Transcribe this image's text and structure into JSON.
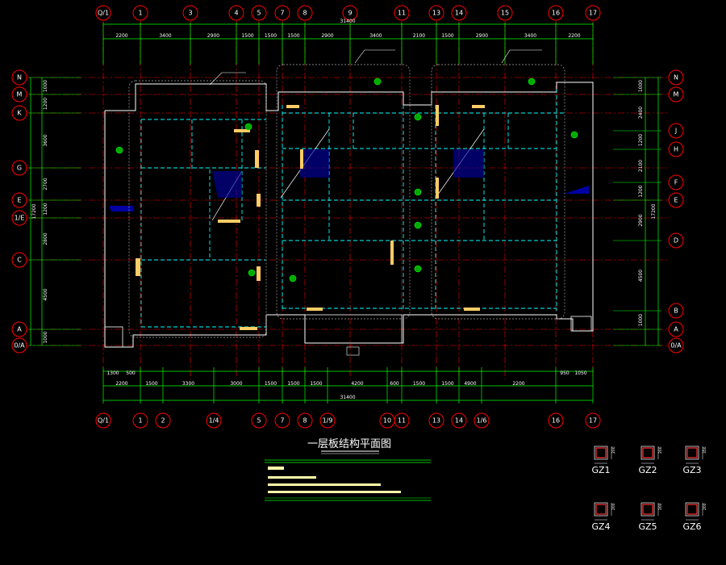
{
  "drawing": {
    "title": "一层板结构平面图",
    "top_axes": [
      "Q/1",
      "1",
      "3",
      "4",
      "5",
      "7",
      "8",
      "9",
      "11",
      "13",
      "14",
      "15",
      "16",
      "17"
    ],
    "bottom_axes": [
      "Q/1",
      "1",
      "2",
      "1/4",
      "5",
      "7",
      "8",
      "1/9",
      "10",
      "11",
      "13",
      "14",
      "1/6",
      "16",
      "17"
    ],
    "left_axes": [
      "N",
      "M",
      "K",
      "G",
      "E",
      "1/E",
      "C",
      "A",
      "0/A"
    ],
    "right_axes": [
      "N",
      "M",
      "J",
      "H",
      "F",
      "E",
      "D",
      "B",
      "A",
      "0/A"
    ],
    "top_dims_inner": [
      "2200",
      "3400",
      "2900",
      "1500",
      "1500",
      "1500",
      "2900",
      "3400",
      "2100",
      "1500",
      "2900",
      "3400",
      "2200"
    ],
    "top_dim_total": "31400",
    "bottom_dims_inner": [
      "2200",
      "1500",
      "3300",
      "3000",
      "1500",
      "1500",
      "1500",
      "4200",
      "600",
      "1500",
      "1500",
      "4900",
      "2200"
    ],
    "bottom_dims_extra": [
      "1300",
      "500",
      "950",
      "1050"
    ],
    "bottom_dim_total": "31400",
    "left_dims": [
      "1000",
      "1200",
      "3600",
      "2700",
      "1200",
      "2800",
      "4500",
      "1000"
    ],
    "left_total": "17200",
    "right_dims": [
      "1000",
      "2400",
      "1200",
      "2100",
      "1200",
      "2900",
      "4500",
      "1000"
    ],
    "right_total": "17200",
    "gz_labels": [
      "GZ1",
      "GZ2",
      "GZ3",
      "GZ4",
      "GZ5",
      "GZ6"
    ],
    "gz_dims": [
      "200",
      "200",
      "350",
      "200",
      "200",
      "200"
    ],
    "notes_lines": 3
  }
}
